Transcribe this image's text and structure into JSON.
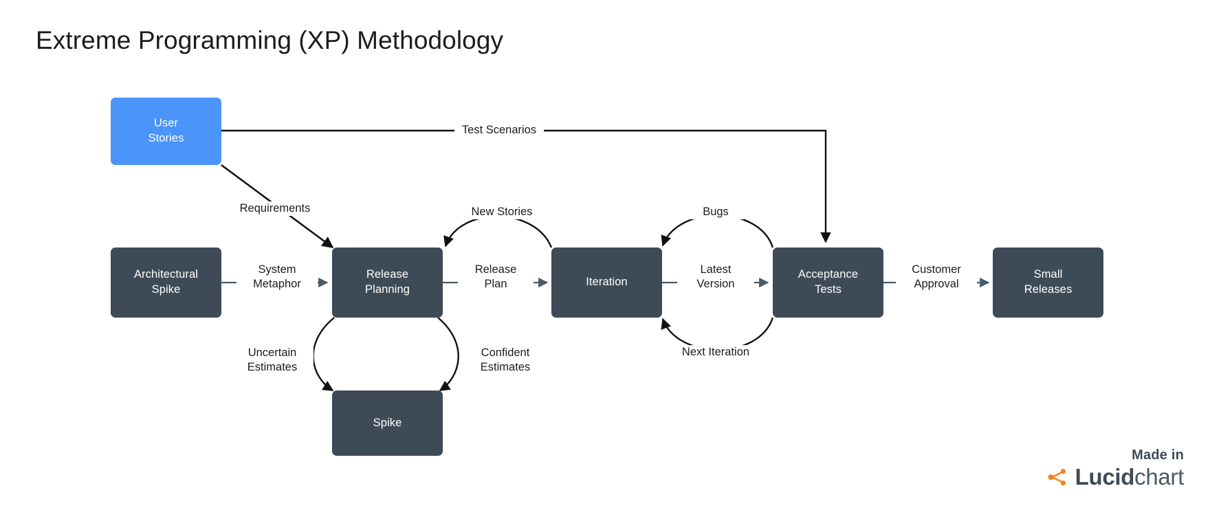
{
  "title": "Extreme Programming (XP) Methodology",
  "colors": {
    "accent": "#4a94fa",
    "node": "#3e4b57",
    "background": "#ffffff",
    "edge": "#111111",
    "edge_gray": "#4b5a66",
    "logo_orange": "#f58220",
    "logo_dark": "#3e4b57"
  },
  "nodes": [
    {
      "id": "user-stories",
      "label": "User\nStories",
      "style": "accent"
    },
    {
      "id": "architectural-spike",
      "label": "Architectural\nSpike",
      "style": "dark"
    },
    {
      "id": "release-planning",
      "label": "Release\nPlanning",
      "style": "dark"
    },
    {
      "id": "iteration",
      "label": "Iteration",
      "style": "dark"
    },
    {
      "id": "acceptance-tests",
      "label": "Acceptance\nTests",
      "style": "dark"
    },
    {
      "id": "small-releases",
      "label": "Small\nReleases",
      "style": "dark"
    },
    {
      "id": "spike",
      "label": "Spike",
      "style": "dark"
    }
  ],
  "edges": [
    {
      "id": "test-scenarios",
      "label": "Test Scenarios",
      "from": "user-stories",
      "to": "acceptance-tests"
    },
    {
      "id": "requirements",
      "label": "Requirements",
      "from": "user-stories",
      "to": "release-planning"
    },
    {
      "id": "system-metaphor",
      "label": "System\nMetaphor",
      "from": "architectural-spike",
      "to": "release-planning"
    },
    {
      "id": "new-stories",
      "label": "New Stories",
      "from": "iteration",
      "to": "release-planning"
    },
    {
      "id": "release-plan",
      "label": "Release\nPlan",
      "from": "release-planning",
      "to": "iteration"
    },
    {
      "id": "uncertain-estimates",
      "label": "Uncertain\nEstimates",
      "from": "release-planning",
      "to": "spike"
    },
    {
      "id": "confident-estimates",
      "label": "Confident\nEstimates",
      "from": "release-planning",
      "to": "spike"
    },
    {
      "id": "latest-version",
      "label": "Latest\nVersion",
      "from": "iteration",
      "to": "acceptance-tests"
    },
    {
      "id": "bugs",
      "label": "Bugs",
      "from": "acceptance-tests",
      "to": "iteration"
    },
    {
      "id": "next-iteration",
      "label": "Next Iteration",
      "from": "acceptance-tests",
      "to": "iteration"
    },
    {
      "id": "customer-approval",
      "label": "Customer\nApproval",
      "from": "acceptance-tests",
      "to": "small-releases"
    }
  ],
  "watermark": {
    "made_in": "Made in",
    "brand_bold": "Lucid",
    "brand_regular": "chart"
  }
}
